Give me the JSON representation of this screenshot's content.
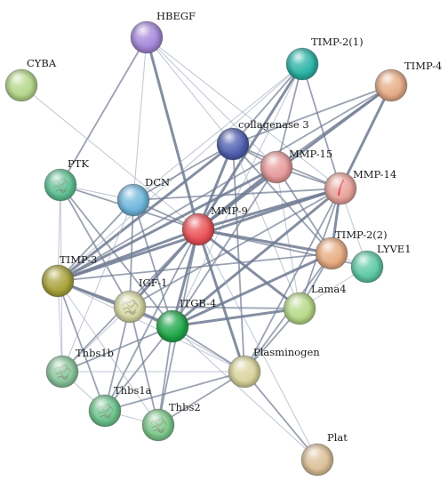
{
  "nodes": [
    {
      "id": "HBEGF",
      "label": "HBEGF",
      "color": "#a487d9"
    },
    {
      "id": "CYBA",
      "label": "CYBA",
      "color": "#b5d78a"
    },
    {
      "id": "TIMP2_1",
      "label": "TIMP-2(1)",
      "color": "#29b3a6"
    },
    {
      "id": "TIMP4",
      "label": "TIMP-4",
      "color": "#e6ac86"
    },
    {
      "id": "COLL3",
      "label": "collagenase 3",
      "color": "#4f5fb0"
    },
    {
      "id": "MMP15",
      "label": "MMP-15",
      "color": "#e89a9a"
    },
    {
      "id": "MMP14",
      "label": "MMP-14",
      "color": "#e8a39b"
    },
    {
      "id": "PTK",
      "label": "PTK",
      "color": "#5fc294"
    },
    {
      "id": "DCN",
      "label": "DCN",
      "color": "#6fb7dc"
    },
    {
      "id": "MMP9",
      "label": "MMP-9",
      "color": "#ea5055"
    },
    {
      "id": "TIMP2_2",
      "label": "TIMP-2(2)",
      "color": "#e8ac82"
    },
    {
      "id": "LYVE1",
      "label": "LYVE1",
      "color": "#5ec9a4"
    },
    {
      "id": "TIMP3",
      "label": "TIMP-3",
      "color": "#a8a33a"
    },
    {
      "id": "IGF1",
      "label": "IGF-1",
      "color": "#d6d8a4"
    },
    {
      "id": "ITGB4",
      "label": "ITGB-4",
      "color": "#1fa84a"
    },
    {
      "id": "LAMA4",
      "label": "Lama4",
      "color": "#b6d987"
    },
    {
      "id": "THBS1B",
      "label": "Thbs1b",
      "color": "#89c79c"
    },
    {
      "id": "PLASMINOGEN",
      "label": "Plasminogen",
      "color": "#d9d49c"
    },
    {
      "id": "THBS1A",
      "label": "Thbs1a",
      "color": "#6cc58d"
    },
    {
      "id": "THBS2",
      "label": "Thbs2",
      "color": "#7ec98c"
    },
    {
      "id": "PLAT",
      "label": "Plat",
      "color": "#dcc096"
    }
  ],
  "edges": [
    {
      "source": "HBEGF",
      "target": "COLL3",
      "weight": 1
    },
    {
      "source": "HBEGF",
      "target": "MMP15",
      "weight": 1
    },
    {
      "source": "HBEGF",
      "target": "MMP14",
      "weight": 1
    },
    {
      "source": "HBEGF",
      "target": "PTK",
      "weight": 2
    },
    {
      "source": "HBEGF",
      "target": "MMP9",
      "weight": 3
    },
    {
      "source": "HBEGF",
      "target": "DCN",
      "weight": 1
    },
    {
      "source": "CYBA",
      "target": "MMP9",
      "weight": 1
    },
    {
      "source": "TIMP2_1",
      "target": "COLL3",
      "weight": 2
    },
    {
      "source": "TIMP2_1",
      "target": "MMP14",
      "weight": 2
    },
    {
      "source": "TIMP2_1",
      "target": "MMP9",
      "weight": 3
    },
    {
      "source": "TIMP2_1",
      "target": "MMP15",
      "weight": 2
    },
    {
      "source": "TIMP2_1",
      "target": "TIMP3",
      "weight": 1
    },
    {
      "source": "TIMP2_1",
      "target": "ITGB4",
      "weight": 1
    },
    {
      "source": "TIMP2_1",
      "target": "DCN",
      "weight": 1
    },
    {
      "source": "TIMP4",
      "target": "MMP14",
      "weight": 3
    },
    {
      "source": "TIMP4",
      "target": "MMP9",
      "weight": 3
    },
    {
      "source": "TIMP4",
      "target": "MMP15",
      "weight": 2
    },
    {
      "source": "TIMP4",
      "target": "COLL3",
      "weight": 2
    },
    {
      "source": "TIMP4",
      "target": "TIMP3",
      "weight": 2
    },
    {
      "source": "COLL3",
      "target": "MMP9",
      "weight": 3
    },
    {
      "source": "COLL3",
      "target": "MMP15",
      "weight": 2
    },
    {
      "source": "COLL3",
      "target": "MMP14",
      "weight": 2
    },
    {
      "source": "COLL3",
      "target": "TIMP3",
      "weight": 3
    },
    {
      "source": "COLL3",
      "target": "DCN",
      "weight": 2
    },
    {
      "source": "COLL3",
      "target": "TIMP2_2",
      "weight": 2
    },
    {
      "source": "COLL3",
      "target": "LAMA4",
      "weight": 1
    },
    {
      "source": "COLL3",
      "target": "PLASMINOGEN",
      "weight": 2
    },
    {
      "source": "MMP15",
      "target": "MMP9",
      "weight": 3
    },
    {
      "source": "MMP15",
      "target": "MMP14",
      "weight": 2
    },
    {
      "source": "MMP15",
      "target": "TIMP2_2",
      "weight": 2
    },
    {
      "source": "MMP15",
      "target": "TIMP3",
      "weight": 3
    },
    {
      "source": "MMP15",
      "target": "ITGB4",
      "weight": 2
    },
    {
      "source": "MMP15",
      "target": "LAMA4",
      "weight": 1
    },
    {
      "source": "MMP14",
      "target": "MMP9",
      "weight": 3
    },
    {
      "source": "MMP14",
      "target": "TIMP2_2",
      "weight": 3
    },
    {
      "source": "MMP14",
      "target": "LYVE1",
      "weight": 1
    },
    {
      "source": "MMP14",
      "target": "TIMP3",
      "weight": 3
    },
    {
      "source": "MMP14",
      "target": "ITGB4",
      "weight": 3
    },
    {
      "source": "MMP14",
      "target": "LAMA4",
      "weight": 2
    },
    {
      "source": "MMP14",
      "target": "IGF1",
      "weight": 2
    },
    {
      "source": "MMP14",
      "target": "PLASMINOGEN",
      "weight": 2
    },
    {
      "source": "MMP14",
      "target": "DCN",
      "weight": 2
    },
    {
      "source": "PTK",
      "target": "MMP9",
      "weight": 2
    },
    {
      "source": "PTK",
      "target": "TIMP3",
      "weight": 1
    },
    {
      "source": "PTK",
      "target": "ITGB4",
      "weight": 2
    },
    {
      "source": "PTK",
      "target": "IGF1",
      "weight": 2
    },
    {
      "source": "PTK",
      "target": "DCN",
      "weight": 1
    },
    {
      "source": "DCN",
      "target": "MMP9",
      "weight": 2
    },
    {
      "source": "DCN",
      "target": "TIMP3",
      "weight": 2
    },
    {
      "source": "DCN",
      "target": "IGF1",
      "weight": 2
    },
    {
      "source": "DCN",
      "target": "ITGB4",
      "weight": 2
    },
    {
      "source": "DCN",
      "target": "THBS1B",
      "weight": 1
    },
    {
      "source": "MMP9",
      "target": "TIMP2_2",
      "weight": 3
    },
    {
      "source": "MMP9",
      "target": "TIMP3",
      "weight": 3
    },
    {
      "source": "MMP9",
      "target": "IGF1",
      "weight": 3
    },
    {
      "source": "MMP9",
      "target": "ITGB4",
      "weight": 3
    },
    {
      "source": "MMP9",
      "target": "LAMA4",
      "weight": 3
    },
    {
      "source": "MMP9",
      "target": "PLASMINOGEN",
      "weight": 3
    },
    {
      "source": "MMP9",
      "target": "THBS1B",
      "weight": 2
    },
    {
      "source": "MMP9",
      "target": "THBS1A",
      "weight": 2
    },
    {
      "source": "MMP9",
      "target": "THBS2",
      "weight": 2
    },
    {
      "source": "MMP9",
      "target": "LYVE1",
      "weight": 2
    },
    {
      "source": "MMP9",
      "target": "PLAT",
      "weight": 1
    },
    {
      "source": "TIMP2_2",
      "target": "TIMP3",
      "weight": 2
    },
    {
      "source": "TIMP2_2",
      "target": "ITGB4",
      "weight": 3
    },
    {
      "source": "TIMP2_2",
      "target": "LAMA4",
      "weight": 2
    },
    {
      "source": "TIMP2_2",
      "target": "PLASMINOGEN",
      "weight": 2
    },
    {
      "source": "TIMP2_2",
      "target": "LYVE1",
      "weight": 1
    },
    {
      "source": "TIMP3",
      "target": "IGF1",
      "weight": 2
    },
    {
      "source": "TIMP3",
      "target": "ITGB4",
      "weight": 3
    },
    {
      "source": "TIMP3",
      "target": "THBS1B",
      "weight": 1
    },
    {
      "source": "TIMP3",
      "target": "THBS1A",
      "weight": 2
    },
    {
      "source": "TIMP3",
      "target": "THBS2",
      "weight": 1
    },
    {
      "source": "TIMP3",
      "target": "PLASMINOGEN",
      "weight": 1
    },
    {
      "source": "IGF1",
      "target": "ITGB4",
      "weight": 2
    },
    {
      "source": "IGF1",
      "target": "THBS1B",
      "weight": 1
    },
    {
      "source": "IGF1",
      "target": "THBS1A",
      "weight": 2
    },
    {
      "source": "IGF1",
      "target": "THBS2",
      "weight": 2
    },
    {
      "source": "IGF1",
      "target": "PLASMINOGEN",
      "weight": 1
    },
    {
      "source": "IGF1",
      "target": "LAMA4",
      "weight": 2
    },
    {
      "source": "ITGB4",
      "target": "LAMA4",
      "weight": 3
    },
    {
      "source": "ITGB4",
      "target": "PLASMINOGEN",
      "weight": 2
    },
    {
      "source": "ITGB4",
      "target": "THBS1B",
      "weight": 2
    },
    {
      "source": "ITGB4",
      "target": "THBS1A",
      "weight": 2
    },
    {
      "source": "ITGB4",
      "target": "THBS2",
      "weight": 2
    },
    {
      "source": "ITGB4",
      "target": "PLAT",
      "weight": 1
    },
    {
      "source": "LAMA4",
      "target": "PLASMINOGEN",
      "weight": 2
    },
    {
      "source": "LAMA4",
      "target": "LYVE1",
      "weight": 1
    },
    {
      "source": "THBS1B",
      "target": "PLASMINOGEN",
      "weight": 1
    },
    {
      "source": "THBS1B",
      "target": "THBS1A",
      "weight": 1
    },
    {
      "source": "THBS1A",
      "target": "PLASMINOGEN",
      "weight": 2
    },
    {
      "source": "THBS1A",
      "target": "THBS2",
      "weight": 1
    },
    {
      "source": "THBS2",
      "target": "PLASMINOGEN",
      "weight": 2
    },
    {
      "source": "PLASMINOGEN",
      "target": "PLAT",
      "weight": 2
    },
    {
      "source": "PTK",
      "target": "THBS1B",
      "weight": 1
    }
  ],
  "colors": {
    "edge": "#6f7a92",
    "edge_light": "#aab3c4",
    "mmp14_mark": "#e0263a",
    "texture": "#7a6a62"
  }
}
